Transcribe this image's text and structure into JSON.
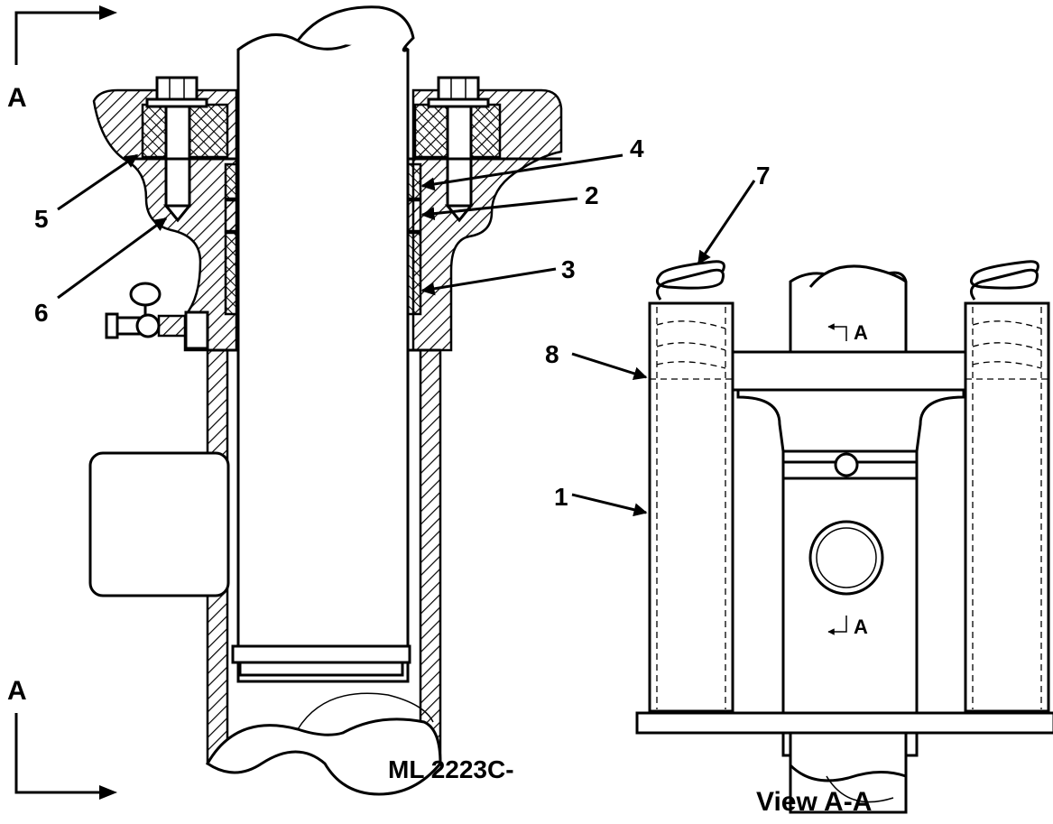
{
  "section_marker_top": "A",
  "section_marker_bottom": "A",
  "callouts": [
    "1",
    "2",
    "3",
    "4",
    "5",
    "6",
    "7",
    "8"
  ],
  "figure_code": "ML 2223C-",
  "view_caption": "View A-A",
  "view_tag_upper": "A",
  "view_tag_lower": "A"
}
